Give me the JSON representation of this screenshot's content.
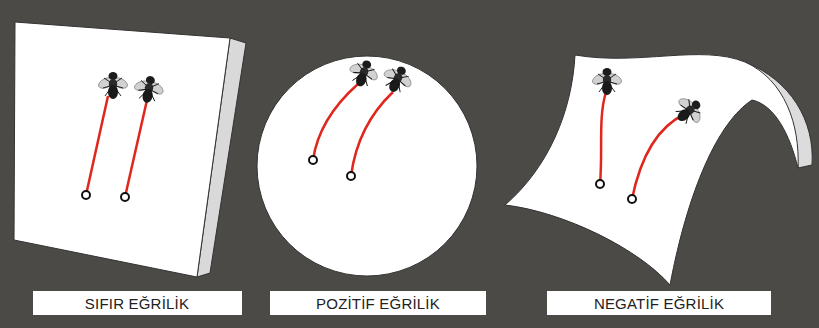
{
  "diagram": {
    "nodes": [
      {
        "text": [
          "SIFIR EĞRİLİK"
        ]
      },
      {
        "text": [
          "POZİTİF EĞRİLİK"
        ]
      },
      {
        "text": [
          "NEGATİF EĞRİLİK"
        ]
      }
    ]
  }
}
